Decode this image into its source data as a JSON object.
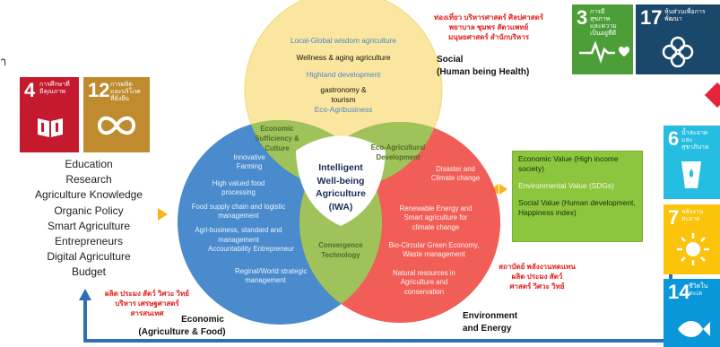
{
  "colors": {
    "social_circle": "#fbe59a",
    "economic_circle": "#3b82c8",
    "environment_circle": "#f0524a",
    "overlap_green": "#9fc35a",
    "value_box": "#8cc63f",
    "arrow_yellow": "#f7b51c",
    "flow_line": "#2e6fb3"
  },
  "sdg_tiles": [
    {
      "num": "4",
      "label": "การศึกษาที่มีคุณภาพ",
      "color": "#c5192d"
    },
    {
      "num": "12",
      "label": "การผลิตและบริโภคที่ยั่งยืน",
      "color": "#bf8b2e"
    },
    {
      "num": "3",
      "label": "การมีสุขภาพและความเป็นอยู่ที่ดี",
      "color": "#4c9f38"
    },
    {
      "num": "17",
      "label": "หุ้นส่วนเพื่อการพัฒนา",
      "color": "#19486a"
    },
    {
      "num": "6",
      "label": "น้ำสะอาดและสุขาภิบาล",
      "color": "#26bde2"
    },
    {
      "num": "7",
      "label": "พลังงานสะอาด",
      "color": "#fcc30b"
    },
    {
      "num": "14",
      "label": "ชีวิตในทะเล",
      "color": "#0a97d9"
    }
  ],
  "left_list": [
    "Education",
    "Research",
    "Agriculture Knowledge",
    "Organic Policy",
    "Smart Agriculture",
    "Entrepreneurs",
    "Digital Agriculture",
    "Budget"
  ],
  "thai_top_right": [
    "ท่องเที่ยว บริหารศาสตร์ ศิลปศาสตร์",
    "พยาบาล ชุมพร สัตวแพทย์",
    "มนุษยศาสตร์ สำนักบริหาร"
  ],
  "thai_bottom_left": [
    "ผลิต ประมง สัตว์ วิศวะ วิทย์",
    "บริหาร เศรษฐศาสตร์",
    "สารสนเทศ"
  ],
  "thai_bottom_right": [
    "สถาบัตย์ พลังงานทดแทน",
    "ผลิต ประมง สัตว์",
    "ศาสตร์ วิศวะ วิทย์"
  ],
  "social": {
    "title": "Social",
    "subtitle": "(Human being Health)",
    "items": [
      "Local-Global wisdom agriculture",
      "Wellness & aging agriculture",
      "Highland development",
      "gastronomy &",
      "tourism",
      "Eco-Agribusiness"
    ]
  },
  "economic": {
    "title": "Economic",
    "subtitle": "(Agriculture & Food)",
    "items": [
      "Innovative",
      "Farming",
      "High valued food",
      "processing",
      "Food supply chain and logistic",
      "management",
      "Agri-business, standard and",
      "management",
      "Accountability Entrepreneur",
      "Reginal/World strategic",
      "management"
    ]
  },
  "environment": {
    "title": "Environment",
    "subtitle": "and Energy",
    "items": [
      "Disaster and",
      "Climate change",
      "Renewable Energy and",
      "Smart agriculture for",
      "climate change",
      "Bio-Circular Green Economy,",
      "Waste management",
      "Natural resources in",
      "Agriculture and",
      "conservation"
    ]
  },
  "overlaps": {
    "econ_social": [
      "Economic",
      "Sufficiency &",
      "Culture"
    ],
    "social_env": [
      "Eco-Agricultural",
      "Development"
    ],
    "econ_env": [
      "Convergence",
      "Technology"
    ]
  },
  "center": [
    "Intelligent",
    "Well-being",
    "Agriculture",
    "(IWA)"
  ],
  "values": [
    "Economic Value (High income society)",
    "Environmental Value (SDGs)",
    "Social Value (Human development, Happiness index)"
  ]
}
